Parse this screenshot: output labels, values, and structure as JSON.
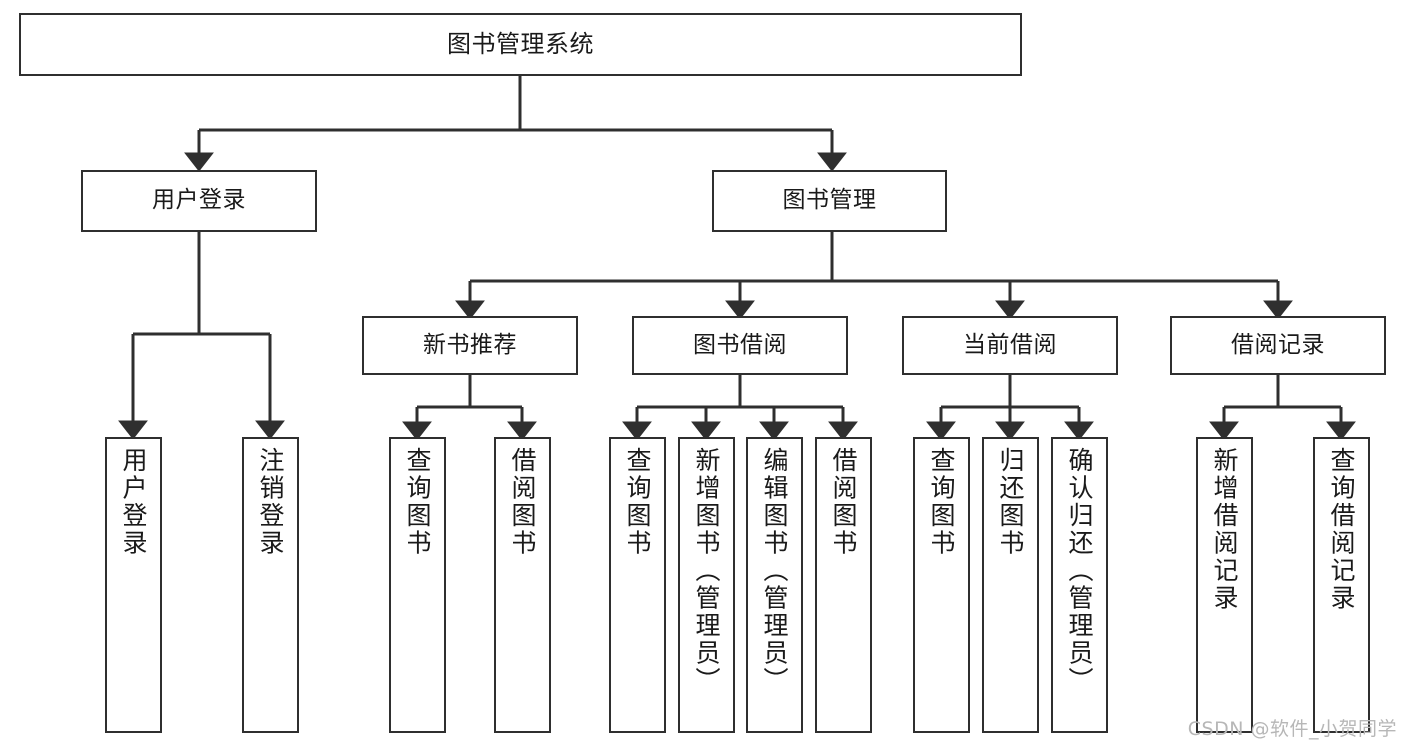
{
  "diagram": {
    "title": "图书管理系统",
    "type": "tree-hierarchy-chart",
    "stroke_color": "#2f2f2f",
    "fill_color": "#ffffff",
    "text_color": "#1a1a1a"
  },
  "nodes": {
    "root": {
      "label": "图书管理系统"
    },
    "tier2": [
      {
        "label": "用户登录"
      },
      {
        "label": "图书管理"
      }
    ],
    "tier3": [
      {
        "label": "新书推荐"
      },
      {
        "label": "图书借阅"
      },
      {
        "label": "当前借阅"
      },
      {
        "label": "借阅记录"
      }
    ],
    "leaves": {
      "user_login": [
        {
          "label": "用户登录"
        },
        {
          "label": "注销登录"
        }
      ],
      "new_book": [
        {
          "label": "查询图书"
        },
        {
          "label": "借阅图书"
        }
      ],
      "book_borrow": [
        {
          "label": "查询图书"
        },
        {
          "label": "新增图书（管理员）"
        },
        {
          "label": "编辑图书（管理员）"
        },
        {
          "label": "借阅图书"
        }
      ],
      "current_borrow": [
        {
          "label": "查询图书"
        },
        {
          "label": "归还图书"
        },
        {
          "label": "确认归还（管理员）"
        }
      ],
      "borrow_record": [
        {
          "label": "新增借阅记录"
        },
        {
          "label": "查询借阅记录"
        }
      ]
    }
  },
  "watermark": {
    "text": "CSDN @软件_小贺同学"
  }
}
